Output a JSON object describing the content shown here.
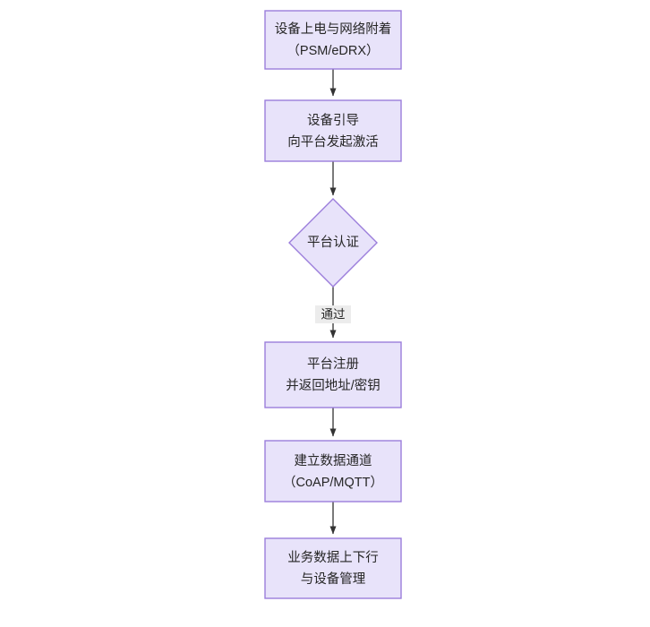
{
  "diagram": {
    "type": "flowchart",
    "orientation": "top-to-bottom",
    "background_color": "#ffffff",
    "node_fill_color": "#e8e3fa",
    "node_border_color": "#9b7ddb",
    "edge_color": "#333333",
    "text_color": "#262626",
    "nodes": [
      {
        "id": "node-power-on",
        "shape": "rectangle",
        "line1": "设备上电与网络附着",
        "line2": "（PSM/eDRX）"
      },
      {
        "id": "node-bootstrap",
        "shape": "rectangle",
        "line1": "设备引导",
        "line2": "向平台发起激活"
      },
      {
        "id": "node-platform-auth",
        "shape": "diamond",
        "line1": "平台认证",
        "line2": ""
      },
      {
        "id": "node-platform-register",
        "shape": "rectangle",
        "line1": "平台注册",
        "line2": "并返回地址/密钥"
      },
      {
        "id": "node-data-channel",
        "shape": "rectangle",
        "line1": "建立数据通道",
        "line2": "（CoAP/MQTT）"
      },
      {
        "id": "node-business-data",
        "shape": "rectangle",
        "line1": "业务数据上下行",
        "line2": "与设备管理"
      }
    ],
    "edges": [
      {
        "id": "edge-1",
        "from": "node-power-on",
        "to": "node-bootstrap",
        "label": ""
      },
      {
        "id": "edge-2",
        "from": "node-bootstrap",
        "to": "node-platform-auth",
        "label": ""
      },
      {
        "id": "edge-3",
        "from": "node-platform-auth",
        "to": "node-platform-register",
        "label": "通过"
      },
      {
        "id": "edge-4",
        "from": "node-platform-register",
        "to": "node-data-channel",
        "label": ""
      },
      {
        "id": "edge-5",
        "from": "node-data-channel",
        "to": "node-business-data",
        "label": ""
      },
      {
        "id": "edge-6",
        "from": "node-business-data",
        "to": "",
        "label": ""
      }
    ]
  }
}
